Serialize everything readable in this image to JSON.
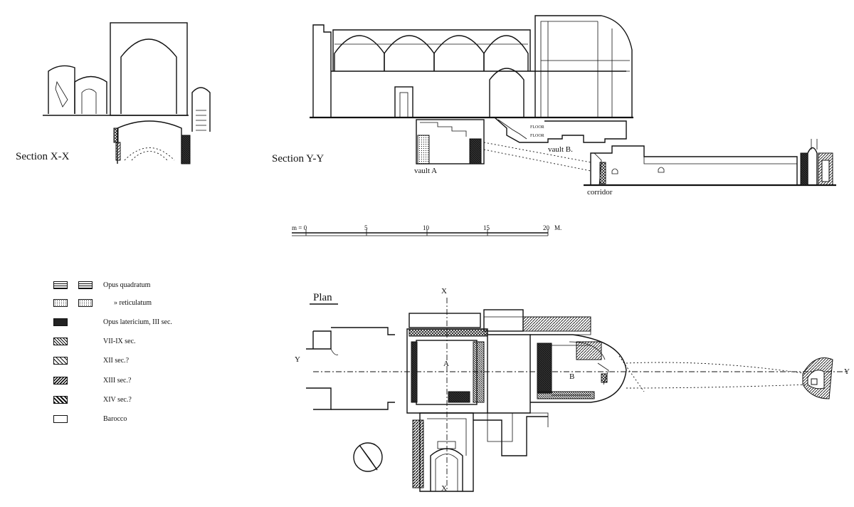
{
  "sections": {
    "x_x": {
      "title": "Section X-X"
    },
    "y_y": {
      "title": "Section Y-Y",
      "labels": {
        "vault_a": "vault A",
        "vault_b": "vault B.",
        "corridor": "corridor",
        "floor": "FLOOR",
        "floor2": "FLOOR"
      }
    }
  },
  "scale_bar": {
    "prefix": "m = 0",
    "ticks": [
      "5",
      "10",
      "15",
      "20"
    ],
    "unit": "M."
  },
  "plan": {
    "title": "Plan",
    "axis_x": "X",
    "axis_y": "Y",
    "room_a": "A",
    "room_b": "B"
  },
  "legend": {
    "items": [
      {
        "label": "Opus quadratum",
        "pattern": "grid"
      },
      {
        "label": "» reticulatum",
        "pattern": "reticulate"
      },
      {
        "label": "Opus latericium, III sec.",
        "pattern": "dense"
      },
      {
        "label": "VII-IX sec.",
        "pattern": "cross"
      },
      {
        "label": "XII sec.?",
        "pattern": "diag"
      },
      {
        "label": "XIII sec.?",
        "pattern": "diag2"
      },
      {
        "label": "XIV sec.?",
        "pattern": "diag3"
      },
      {
        "label": "Barocco",
        "pattern": "empty"
      }
    ]
  },
  "colors": {
    "ink": "#111111",
    "paper": "#ffffff"
  }
}
